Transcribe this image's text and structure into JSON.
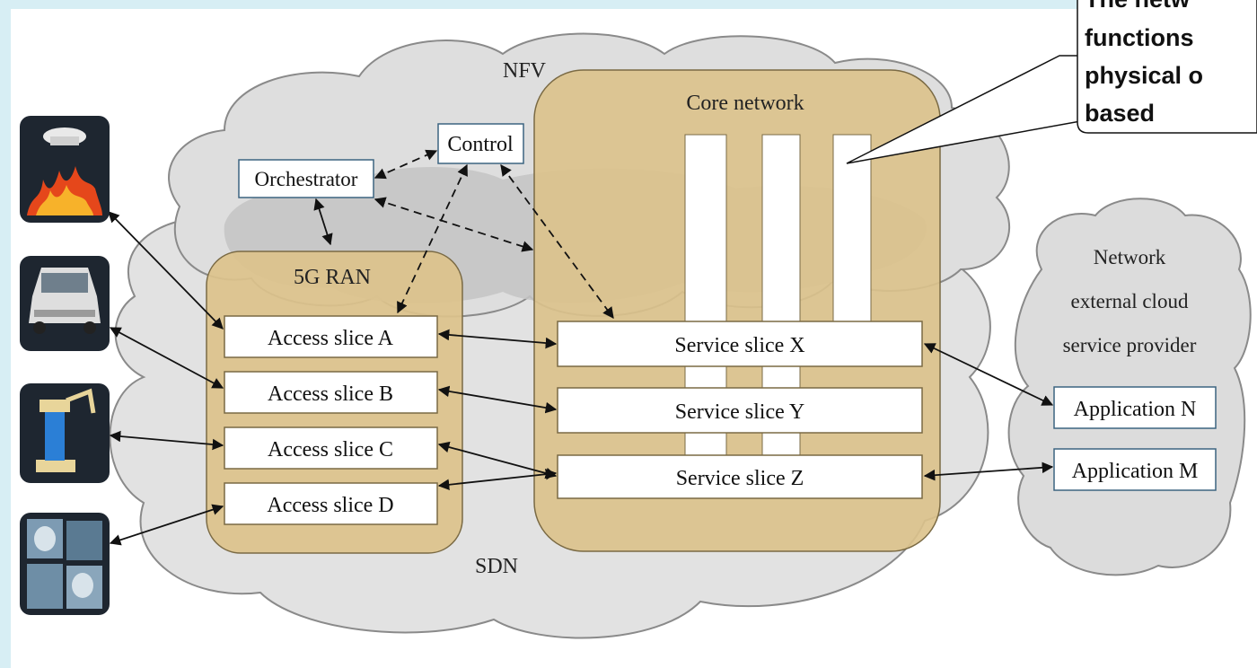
{
  "diagram": {
    "nfv_label": "NFV",
    "sdn_label": "SDN",
    "control_label": "Control",
    "orchestrator_label": "Orchestrator",
    "ran_label": "5G RAN",
    "core_label": "Core network",
    "external_cloud_lines": [
      "Network",
      "external cloud",
      "service provider"
    ],
    "access_slices": [
      "Access slice A",
      "Access slice B",
      "Access slice C",
      "Access slice D"
    ],
    "service_slices": [
      "Service slice X",
      "Service slice Y",
      "Service slice Z"
    ],
    "applications": [
      "Application N",
      "Application M"
    ],
    "callout_lines": [
      "The netw",
      "functions",
      "physical o",
      "based"
    ],
    "device_icons": [
      "fire-alarm-icon",
      "car-icon",
      "robot-arm-icon",
      "xray-icon"
    ]
  },
  "colors": {
    "cloud_light": "#e4e4e4",
    "cloud_dark": "#c4c4c4",
    "cloud_stroke": "#8a8a8a",
    "slice_tan": "#dcc28b",
    "slice_stroke": "#7a6a44",
    "box_stroke": "#3c6480",
    "frame_bg": "#d7eef4"
  }
}
